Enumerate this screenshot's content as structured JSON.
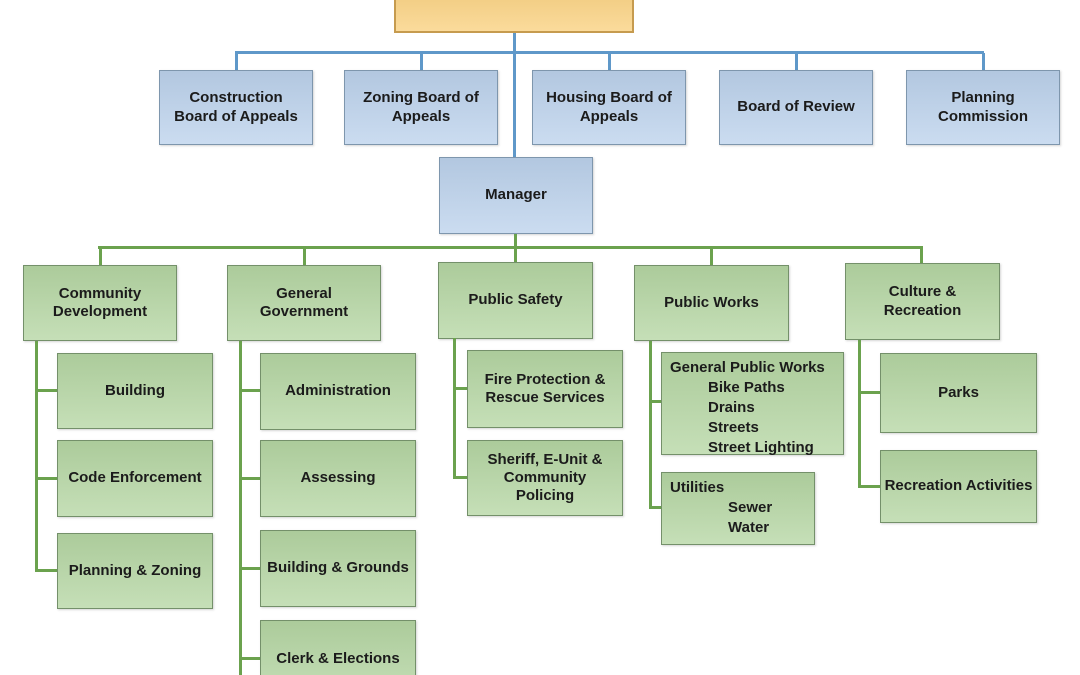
{
  "root_box": {
    "label": ""
  },
  "boards": [
    {
      "label": "Construction Board of Appeals"
    },
    {
      "label": "Zoning Board of Appeals"
    },
    {
      "label": "Housing Board of Appeals"
    },
    {
      "label": "Board of Review"
    },
    {
      "label": "Planning Commission"
    }
  ],
  "manager": {
    "label": "Manager"
  },
  "departments": [
    {
      "label": "Community Development",
      "children": [
        {
          "label": "Building"
        },
        {
          "label": "Code Enforcement"
        },
        {
          "label": "Planning & Zoning"
        }
      ]
    },
    {
      "label": "General Government",
      "children": [
        {
          "label": "Administration"
        },
        {
          "label": "Assessing"
        },
        {
          "label": "Building & Grounds"
        },
        {
          "label": "Clerk & Elections"
        }
      ]
    },
    {
      "label": "Public Safety",
      "children": [
        {
          "label": "Fire Protection & Rescue Services"
        },
        {
          "label": "Sheriff, E-Unit & Community Policing"
        }
      ]
    },
    {
      "label": "Public Works",
      "children": [
        {
          "label": "General Public Works",
          "items": [
            "Bike Paths",
            "Drains",
            "Streets",
            "Street Lighting"
          ]
        },
        {
          "label": "Utilities",
          "items": [
            "Sewer",
            "Water"
          ]
        }
      ]
    },
    {
      "label": "Culture & Recreation",
      "children": [
        {
          "label": "Parks"
        },
        {
          "label": "Recreation Activities"
        }
      ]
    }
  ],
  "colors": {
    "board_fill": "#BCD2EC",
    "board_border": "#7E96AD",
    "board_line": "#5F98C9",
    "dept_fill": "#B5D6A3",
    "dept_border": "#74906A",
    "dept_line": "#6BA24E",
    "root_fill": "#FAD17F",
    "root_border": "#C69B4F",
    "text": "#1B1B1B",
    "background": "#FFFFFF"
  }
}
